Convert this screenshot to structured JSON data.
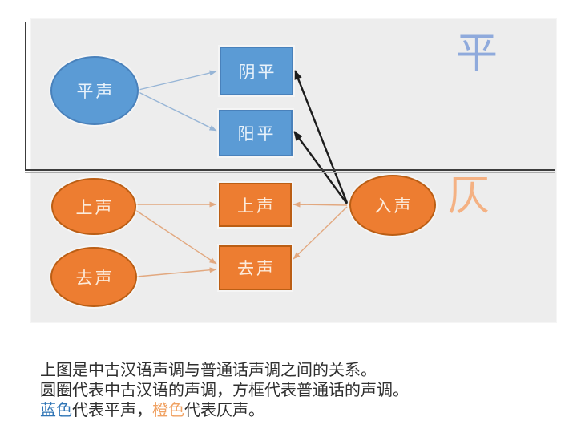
{
  "diagram": {
    "ping_char": "平",
    "ze_char": "仄",
    "nodes": {
      "pingsheng": "平声",
      "shangsheng_mc": "上声",
      "qusheng_mc": "去声",
      "rusheng": "入声",
      "yinping": "阴平",
      "yangping": "阳平",
      "shangsheng_md": "上声",
      "qusheng_md": "去声"
    }
  },
  "colors": {
    "blue_fill": "#5b9bd5",
    "blue_border": "#4981bb",
    "orange_fill": "#ed7d31",
    "orange_border": "#bb5e14",
    "blue_arrow": "#97b5d6",
    "orange_arrow": "#e2a87f",
    "black_arrow": "#1c1c1c",
    "ping_char_color": "#8faadc",
    "ze_char_color": "#f4b183",
    "caption_blue": "#2e74b5",
    "caption_orange": "#f0a263",
    "divider": "#3c3c3c",
    "panel_bg": "#ededed"
  },
  "caption": {
    "line1": "上图是中古汉语声调与普通话声调之间的关系。",
    "line2": "圆圈代表中古汉语的声调，方框代表普通话的声调。",
    "line3": {
      "blue_word": "蓝色",
      "mid": "代表平声，",
      "orange_word": "橙色",
      "end": "代表仄声。"
    }
  }
}
